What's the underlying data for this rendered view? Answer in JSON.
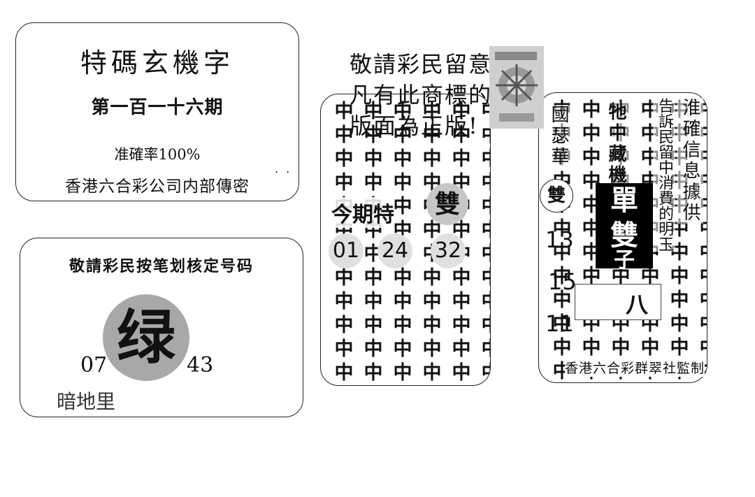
{
  "card_top": {
    "title": "特碼玄機字",
    "issue": "第一百一十六期",
    "accuracy": "准確率100%",
    "subtitle": "香港六合彩公司内部傳密",
    "dots": ". ."
  },
  "card_bottom": {
    "notice": "敬請彩民按笔划核定号码",
    "big_char": "绿",
    "number_left": "07",
    "number_right": "43",
    "footer": "暗地里"
  },
  "notice_top": {
    "line1": "敬請彩民留意",
    "line2": "凡有此商標的",
    "line3": "版面為正版!"
  },
  "card_middle": {
    "grid_char": "中",
    "label": "今期特",
    "shuang": "雙",
    "numbers": [
      "01",
      "24",
      "32"
    ]
  },
  "card_right": {
    "grid_char": "中",
    "col_left": "國瑟華",
    "col_mid": "牠中藏機",
    "col_right1": "淮確信息據供",
    "col_right2": "告訴民留中消費的明玉",
    "shuang": "雙",
    "blackbox": [
      "單",
      "雙",
      "子"
    ],
    "numbers": [
      "13",
      "15",
      "11"
    ],
    "box_char": "八",
    "footer": "香港六合彩群翠社監制"
  }
}
